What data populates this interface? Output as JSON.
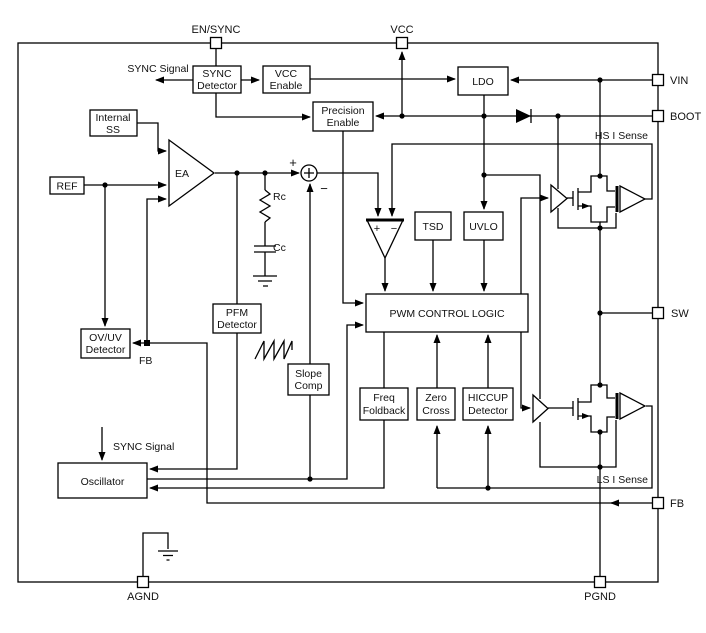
{
  "diagram": {
    "title": "dc-dc-converter-functional-block-diagram",
    "colors": {
      "line": "#000000",
      "background": "#ffffff",
      "box_fill": "#ffffff"
    },
    "pins": {
      "en_sync": "EN/SYNC",
      "vcc": "VCC",
      "vin": "VIN",
      "boot": "BOOT",
      "sw": "SW",
      "fb_pin": "FB",
      "agnd": "AGND",
      "pgnd": "PGND"
    },
    "blocks": {
      "sync_detector": [
        "SYNC",
        "Detector"
      ],
      "vcc_enable": [
        "VCC",
        "Enable"
      ],
      "precision_enable": [
        "Precision",
        "Enable"
      ],
      "ldo": "LDO",
      "internal_ss": [
        "Internal",
        "SS"
      ],
      "ref": "REF",
      "ea": "EA",
      "tsd": "TSD",
      "uvlo": "UVLO",
      "pwm": "PWM CONTROL LOGIC",
      "pfm": [
        "PFM",
        "Detector"
      ],
      "ovuv": [
        "OV/UV",
        "Detector"
      ],
      "slope": [
        "Slope",
        "Comp"
      ],
      "freq": [
        "Freq",
        "Foldback"
      ],
      "zero": [
        "Zero",
        "Cross"
      ],
      "hiccup": [
        "HICCUP",
        "Detector"
      ],
      "osc": "Oscillator"
    },
    "signals": {
      "sync_top": "SYNC Signal",
      "sync_bottom": "SYNC Signal",
      "hs_sense": "HS I Sense",
      "ls_sense": "LS I Sense",
      "fb_node": "FB",
      "rc": "Rc",
      "cc": "Cc"
    },
    "symbols": {
      "sum_plus": "+",
      "sum_minus": "−",
      "comp_plus": "+",
      "comp_minus": "−"
    }
  }
}
